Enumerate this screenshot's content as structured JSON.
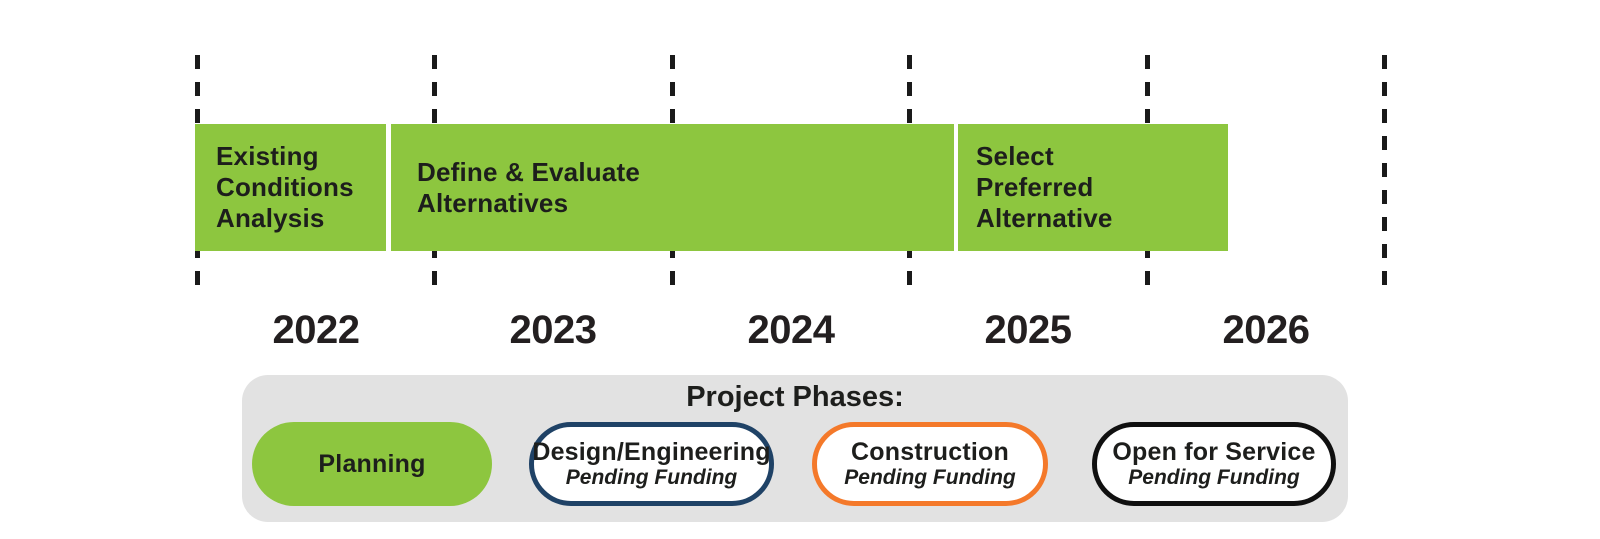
{
  "timeline": {
    "bars": [
      {
        "label": "Existing\nConditions\nAnalysis"
      },
      {
        "label": "Define & Evaluate\nAlternatives"
      },
      {
        "label": "Select\nPreferred\nAlternative"
      }
    ],
    "years": [
      "2022",
      "2023",
      "2024",
      "2025",
      "2026"
    ],
    "bar_color": "#8dc63f",
    "gridline_color": "#1a1a1a"
  },
  "legend": {
    "title": "Project Phases:",
    "panel_color": "#e2e2e2",
    "phases": [
      {
        "label": "Planning",
        "sublabel": "",
        "style": "filled",
        "color": "#8dc63f"
      },
      {
        "label": "Design/Engineering",
        "sublabel": "Pending Funding",
        "style": "outline",
        "color": "#1f4266"
      },
      {
        "label": "Construction",
        "sublabel": "Pending Funding",
        "style": "outline",
        "color": "#f4792a"
      },
      {
        "label": "Open for Service",
        "sublabel": "Pending Funding",
        "style": "outline",
        "color": "#101010"
      }
    ]
  }
}
